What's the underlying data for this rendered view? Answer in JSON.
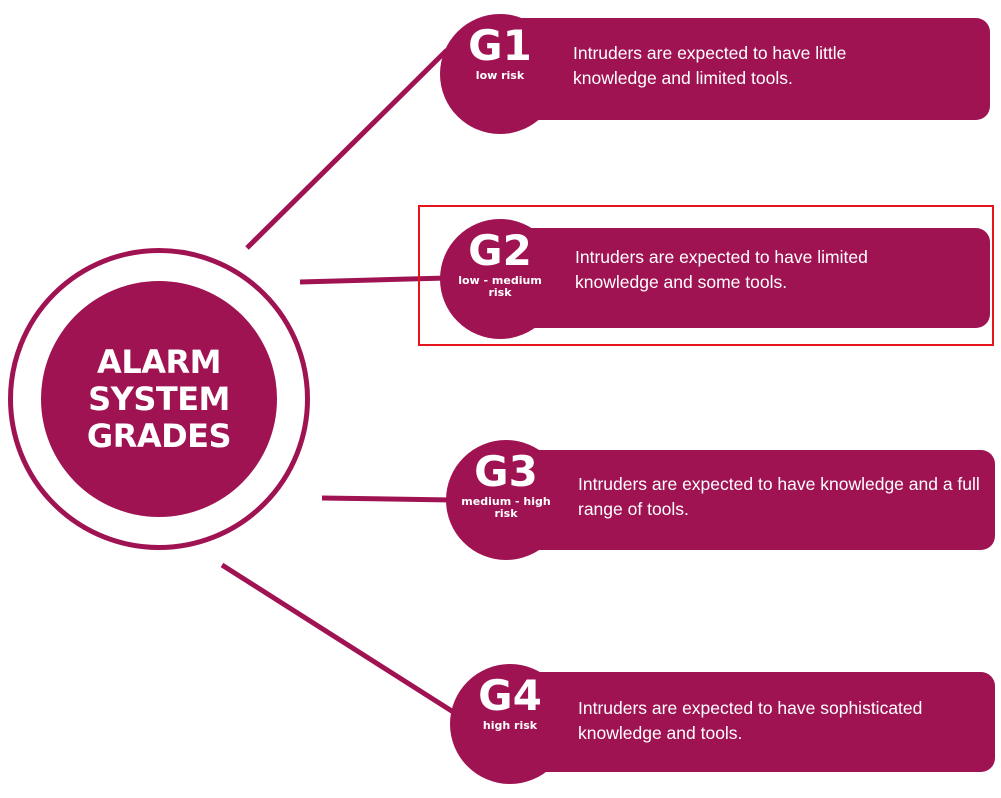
{
  "hub": {
    "title": "ALARM SYSTEM GRADES"
  },
  "grades": [
    {
      "code": "G1",
      "risk": "low risk",
      "description": "Intruders are expected to have little knowledge and limited tools."
    },
    {
      "code": "G2",
      "risk": "low - medium risk",
      "description": "Intruders are expected to have limited knowledge and some tools."
    },
    {
      "code": "G3",
      "risk": "medium - high risk",
      "description": "Intruders are expected to have knowledge and a full range of tools."
    },
    {
      "code": "G4",
      "risk": "high risk",
      "description": "Intruders are expected to have sophisticated knowledge and tools."
    }
  ],
  "selected_grade": "G2",
  "colors": {
    "primary": "#a01352",
    "text": "#ffffff",
    "highlight": "#e8141c",
    "background": "#ffffff"
  }
}
